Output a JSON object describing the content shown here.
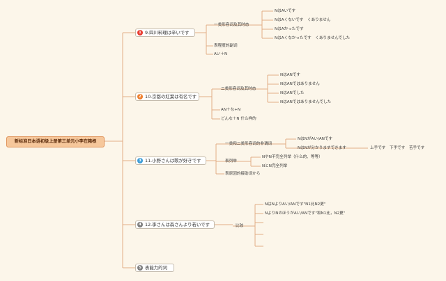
{
  "root": {
    "label": "新标准日本语初级上册第三单元小李在箱根"
  },
  "colors": {
    "line": "#e2ad85",
    "badge_red": "#e8392e",
    "badge_orange": "#ee7d2b",
    "badge_blue": "#3a9bd6",
    "badge_gray": "#7d7d7d"
  },
  "branches": [
    {
      "num": "1",
      "label": "9.四川料理は辛いです",
      "children": [
        {
          "label": "一类形容词及其时态",
          "children": [
            {
              "label": "NはAいです"
            },
            {
              "label": "NはAくないです　くありません"
            },
            {
              "label": "NはAかったです"
            },
            {
              "label": "NはAくなかったです　くありませんでした"
            }
          ]
        },
        {
          "label": "表程度的副词"
        },
        {
          "label": "Aい＋N"
        }
      ]
    },
    {
      "num": "2",
      "label": "10.京都の紅葉は有名です",
      "children": [
        {
          "label": "二类形容词及其时态",
          "children": [
            {
              "label": "NはANです"
            },
            {
              "label": "NはANではありません"
            },
            {
              "label": "NはANでした"
            },
            {
              "label": "NはANではありませんでした"
            }
          ]
        },
        {
          "label": "AN＋な+N"
        },
        {
          "label": "どんな＋N 什么样的"
        }
      ]
    },
    {
      "num": "3",
      "label": "11.小野さんは歌が好きです",
      "children": [
        {
          "label": "一类和二类形容词的非谓词",
          "children": [
            {
              "label": "NはNがAい/ANです"
            },
            {
              "label": "NはNが分かりますできます",
              "children": [
                {
                  "label": "上手です　下手です　苦手です"
                }
              ]
            }
          ]
        },
        {
          "label": "表列举",
          "children": [
            {
              "label": "NやN不完全列举（什么的、等等）"
            },
            {
              "label": "NとN完全列举"
            }
          ]
        },
        {
          "label": "表原因的接助词から"
        }
      ]
    },
    {
      "num": "4",
      "label": "12.李さんは森さんより若いです",
      "children": [
        {
          "label": "比较",
          "children": [
            {
              "label": "NはNよりAい/ANです\"N1比N2更\""
            },
            {
              "label": "NよりNのほうがAい/ANです\"和N1比，N2更\""
            },
            {
              "label": ""
            },
            {
              "label": ""
            },
            {
              "label": ""
            }
          ]
        }
      ]
    },
    {
      "num": "5",
      "label": "表能力的词",
      "children": []
    }
  ]
}
